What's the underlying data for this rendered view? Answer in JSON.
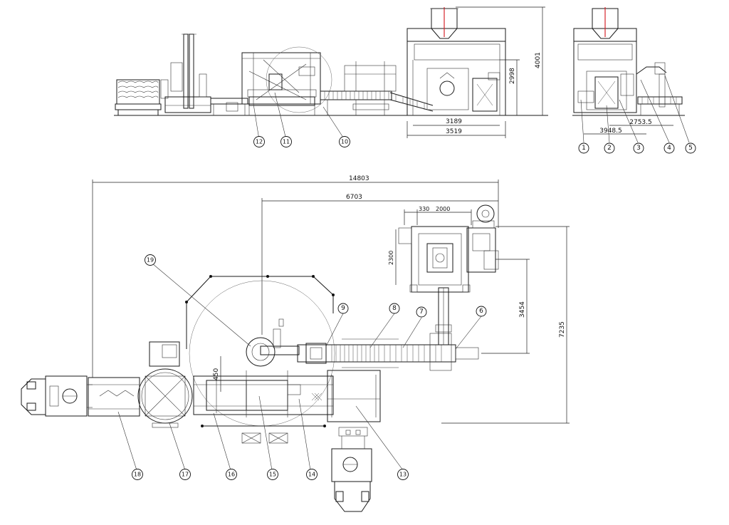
{
  "colors": {
    "line": "#1a1a1a",
    "accent": "#d4242a",
    "background": "#ffffff"
  },
  "dimensions": {
    "d4001": "4001",
    "d2998": "2998",
    "d3189": "3189",
    "d3519": "3519",
    "d2753": "2753.5",
    "d3948": "3948.5",
    "d14803": "14803",
    "d6703": "6703",
    "d330": "330",
    "d2000": "2000",
    "d2300": "2300",
    "d3454": "3454",
    "d7235": "7235",
    "d450": "450"
  },
  "callouts": {
    "c1": "1",
    "c2": "2",
    "c3": "3",
    "c4": "4",
    "c5": "5",
    "c6": "6",
    "c7": "7",
    "c8": "8",
    "c9": "9",
    "c10": "10",
    "c11": "11",
    "c12": "12",
    "c13": "13",
    "c14": "14",
    "c15": "15",
    "c16": "16",
    "c17": "17",
    "c18": "18",
    "c19": "19"
  }
}
